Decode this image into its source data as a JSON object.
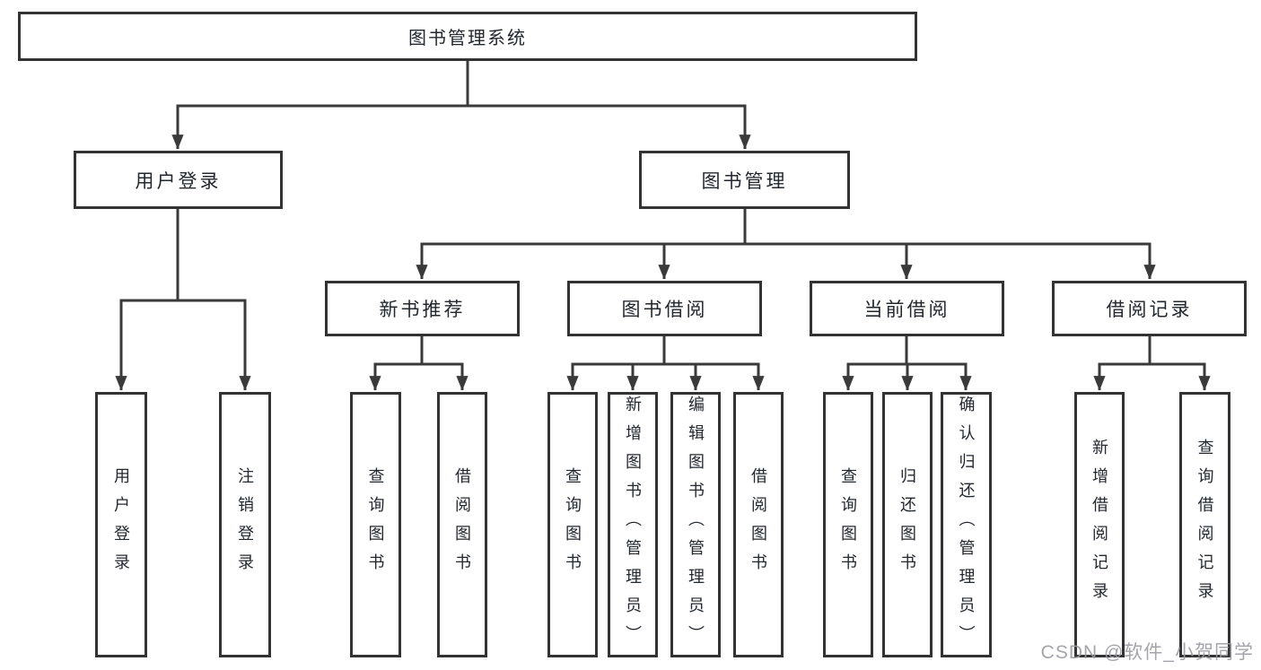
{
  "diagram": {
    "root": {
      "label": "图书管理系统"
    },
    "level2": [
      {
        "label": "用户登录"
      },
      {
        "label": "图书管理"
      }
    ],
    "level3": [
      {
        "label": "新书推荐"
      },
      {
        "label": "图书借阅"
      },
      {
        "label": "当前借阅"
      },
      {
        "label": "借阅记录"
      }
    ],
    "leaves": [
      {
        "label": "用户登录"
      },
      {
        "label": "注销登录"
      },
      {
        "label": "查询图书"
      },
      {
        "label": "借阅图书"
      },
      {
        "label": "查询图书"
      },
      {
        "label": "新增图书（管理员）"
      },
      {
        "label": "编辑图书（管理员）"
      },
      {
        "label": "借阅图书"
      },
      {
        "label": "查询图书"
      },
      {
        "label": "归还图书"
      },
      {
        "label": "确认归还（管理员）"
      },
      {
        "label": "新增借阅记录"
      },
      {
        "label": "查询借阅记录"
      }
    ]
  },
  "watermark": {
    "text": "CSDN @软件_小贺同学"
  },
  "colors": {
    "line": "#3a3a3a",
    "box_border": "#333333",
    "text": "#23272e",
    "background": "#ffffff",
    "watermark": "#9b9ba3"
  }
}
